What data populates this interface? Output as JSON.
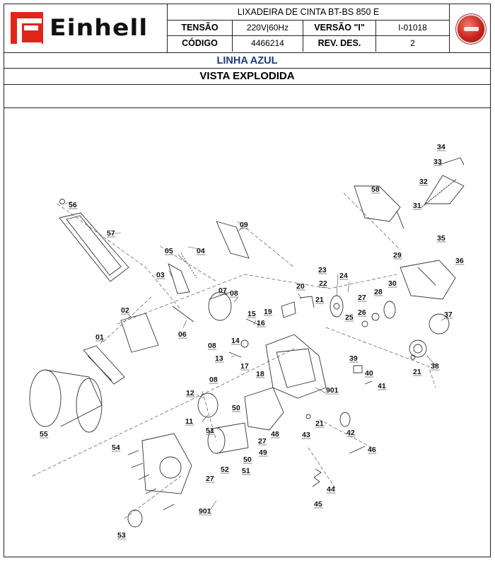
{
  "header": {
    "brand": "Einhell",
    "product_title": "LIXADEIRA DE CINTA BT-BS 850 E",
    "tensao_label": "TENSÃO",
    "tensao_value": "220V|60Hz",
    "versao_label": "VERSÃO \"I\"",
    "versao_value": "I-01018",
    "codigo_label": "CÓDIGO",
    "codigo_value": "4466214",
    "rev_label": "REV. DES.",
    "rev_value": "2"
  },
  "line_name": "LINHA AZUL",
  "view_title": "VISTA EXPLODIDA",
  "parts": [
    {
      "id": "p01",
      "label": "01"
    },
    {
      "id": "p02",
      "label": "02"
    },
    {
      "id": "p03",
      "label": "03"
    },
    {
      "id": "p04",
      "label": "04"
    },
    {
      "id": "p05",
      "label": "05"
    },
    {
      "id": "p06",
      "label": "06"
    },
    {
      "id": "p07",
      "label": "07"
    },
    {
      "id": "p08a",
      "label": "08"
    },
    {
      "id": "p08b",
      "label": "08"
    },
    {
      "id": "p08c",
      "label": "08"
    },
    {
      "id": "p09",
      "label": "09"
    },
    {
      "id": "p11",
      "label": "11"
    },
    {
      "id": "p12",
      "label": "12"
    },
    {
      "id": "p13",
      "label": "13"
    },
    {
      "id": "p14",
      "label": "14"
    },
    {
      "id": "p15",
      "label": "15"
    },
    {
      "id": "p16",
      "label": "16"
    },
    {
      "id": "p17",
      "label": "17"
    },
    {
      "id": "p18",
      "label": "18"
    },
    {
      "id": "p19",
      "label": "19"
    },
    {
      "id": "p20",
      "label": "20"
    },
    {
      "id": "p21a",
      "label": "21"
    },
    {
      "id": "p21b",
      "label": "21"
    },
    {
      "id": "p21c",
      "label": "21"
    },
    {
      "id": "p22",
      "label": "22"
    },
    {
      "id": "p23",
      "label": "23"
    },
    {
      "id": "p24",
      "label": "24"
    },
    {
      "id": "p25",
      "label": "25"
    },
    {
      "id": "p26",
      "label": "26"
    },
    {
      "id": "p27a",
      "label": "27"
    },
    {
      "id": "p27b",
      "label": "27"
    },
    {
      "id": "p27c",
      "label": "27"
    },
    {
      "id": "p28",
      "label": "28"
    },
    {
      "id": "p29",
      "label": "29"
    },
    {
      "id": "p30",
      "label": "30"
    },
    {
      "id": "p31",
      "label": "31"
    },
    {
      "id": "p32",
      "label": "32"
    },
    {
      "id": "p33",
      "label": "33"
    },
    {
      "id": "p34",
      "label": "34"
    },
    {
      "id": "p35",
      "label": "35"
    },
    {
      "id": "p36",
      "label": "36"
    },
    {
      "id": "p37",
      "label": "37"
    },
    {
      "id": "p38",
      "label": "38"
    },
    {
      "id": "p39",
      "label": "39"
    },
    {
      "id": "p40",
      "label": "40"
    },
    {
      "id": "p41",
      "label": "41"
    },
    {
      "id": "p42",
      "label": "42"
    },
    {
      "id": "p43",
      "label": "43"
    },
    {
      "id": "p44",
      "label": "44"
    },
    {
      "id": "p45",
      "label": "45"
    },
    {
      "id": "p46",
      "label": "46"
    },
    {
      "id": "p48",
      "label": "48"
    },
    {
      "id": "p49",
      "label": "49"
    },
    {
      "id": "p50a",
      "label": "50"
    },
    {
      "id": "p50b",
      "label": "50"
    },
    {
      "id": "p51a",
      "label": "51"
    },
    {
      "id": "p51b",
      "label": "51"
    },
    {
      "id": "p52",
      "label": "52"
    },
    {
      "id": "p53",
      "label": "53"
    },
    {
      "id": "p54",
      "label": "54"
    },
    {
      "id": "p55",
      "label": "55"
    },
    {
      "id": "p56",
      "label": "56"
    },
    {
      "id": "p57",
      "label": "57"
    },
    {
      "id": "p58",
      "label": "58"
    },
    {
      "id": "p901a",
      "label": "901"
    },
    {
      "id": "p901b",
      "label": "901"
    }
  ],
  "colors": {
    "brand_red": "#e1251b",
    "line_blue": "#1f3a7a"
  }
}
